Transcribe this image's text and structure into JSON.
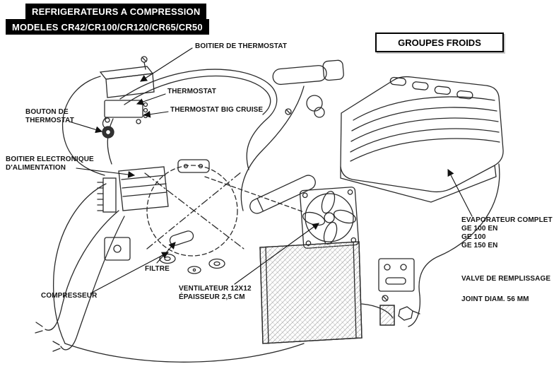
{
  "header": {
    "title_line1": "REFRIGERATEURS A COMPRESSION",
    "title_line2": "MODELES CR42/CR100/CR120/CR65/CR50",
    "badge": "GROUPES FROIDS"
  },
  "labels": {
    "boitier_thermostat": "BOITIER DE THERMOSTAT",
    "thermostat": "THERMOSTAT",
    "thermostat_big_cruise": "THERMOSTAT BIG CRUISE",
    "bouton_thermostat": "BOUTON DE\nTHERMOSTAT",
    "boitier_electronique": "BOITIER ELECTRONIQUE\nD'ALIMENTATION",
    "filtre": "FILTRE",
    "compresseur": "COMPRESSEUR",
    "ventilateur": "VENTILATEUR 12X12\nÉPAISSEUR 2,5 CM",
    "evaporateur": "EVAPORATEUR COMPLET\nGE 100 EN\nGE 100\nGE 150 EN",
    "valve": "VALVE DE REMPLISSAGE",
    "joint": "JOINT DIAM. 56 MM"
  },
  "colors": {
    "ink": "#222222",
    "title_bg": "#000000",
    "title_fg": "#ffffff",
    "paper": "#ffffff"
  }
}
